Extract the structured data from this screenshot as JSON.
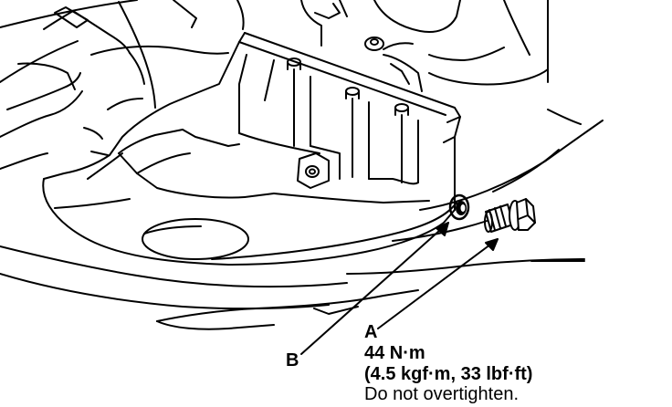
{
  "callouts": {
    "a_letter": "A",
    "b_letter": "B",
    "torque_nm": "44 N·m",
    "torque_alt": "(4.5 kgf·m, 33 lbf·ft)",
    "note": "Do not overtighten."
  },
  "colors": {
    "ink": "#000000",
    "paper": "#ffffff"
  },
  "icons": [
    "drain-plug-bolt-icon",
    "sealing-washer-icon",
    "oil-pan-icon"
  ]
}
